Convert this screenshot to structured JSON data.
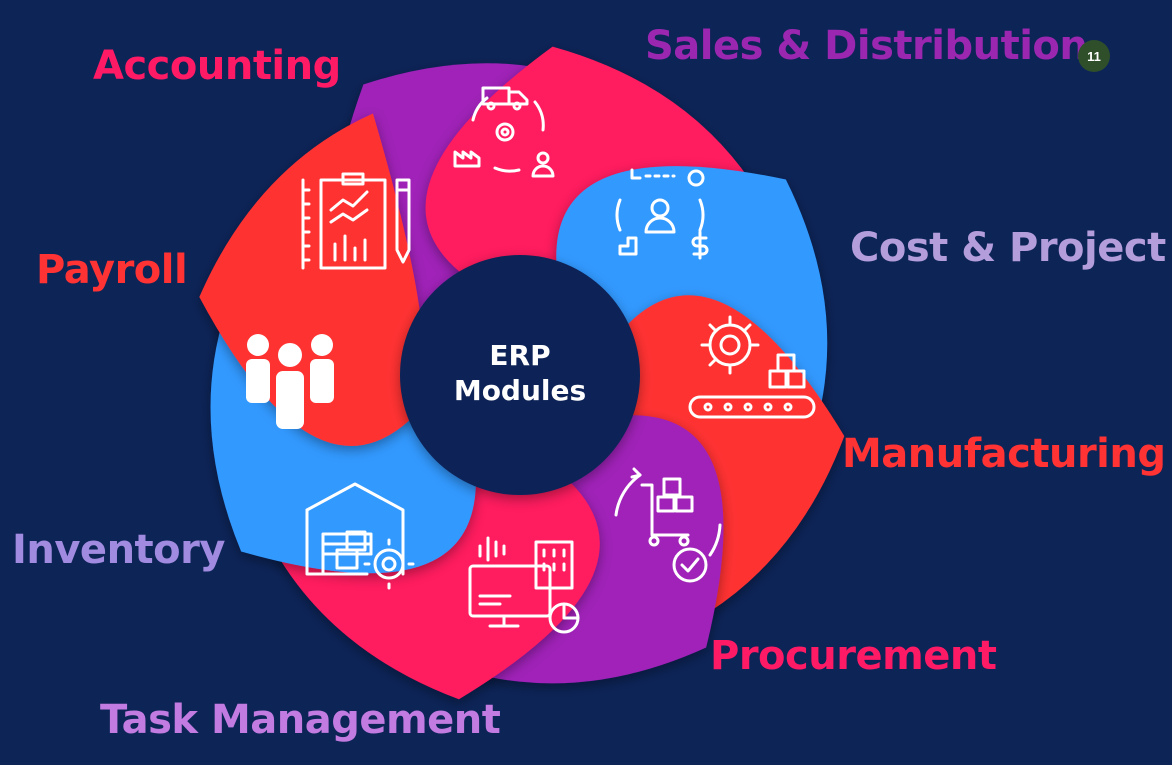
{
  "center": {
    "line1": "ERP",
    "line2": "Modules"
  },
  "page_number": "11",
  "modules": [
    {
      "label": "Sales & Distribution",
      "label_color": "#9b27b0",
      "petal_color": "#ff1a5e",
      "icon": "logistics-cycle-icon"
    },
    {
      "label": "Cost & Project",
      "label_color": "#b39ddb",
      "petal_color": "#3399ff",
      "icon": "cost-project-icon"
    },
    {
      "label": "Manufacturing",
      "label_color": "#ff3333",
      "petal_color": "#ff3333",
      "icon": "gear-conveyor-icon"
    },
    {
      "label": "Procurement",
      "label_color": "#ff1a66",
      "petal_color": "#a020b8",
      "icon": "procurement-cart-icon"
    },
    {
      "label": "Task Management",
      "label_color": "#c27be0",
      "petal_color": "#ff1a5e",
      "icon": "crm-monitor-icon"
    },
    {
      "label": "Inventory",
      "label_color": "#a18be0",
      "petal_color": "#3399ff",
      "icon": "warehouse-icon"
    },
    {
      "label": "Payroll",
      "label_color": "#ff3333",
      "petal_color": "#ff3333",
      "icon": "people-icon"
    },
    {
      "label": "Accounting",
      "label_color": "#ff1a66",
      "petal_color": "#a020b8",
      "icon": "clipboard-chart-icon"
    }
  ],
  "colors": {
    "background": "#0d2457",
    "hub": "#0d2457",
    "icon_stroke": "#ffffff"
  }
}
